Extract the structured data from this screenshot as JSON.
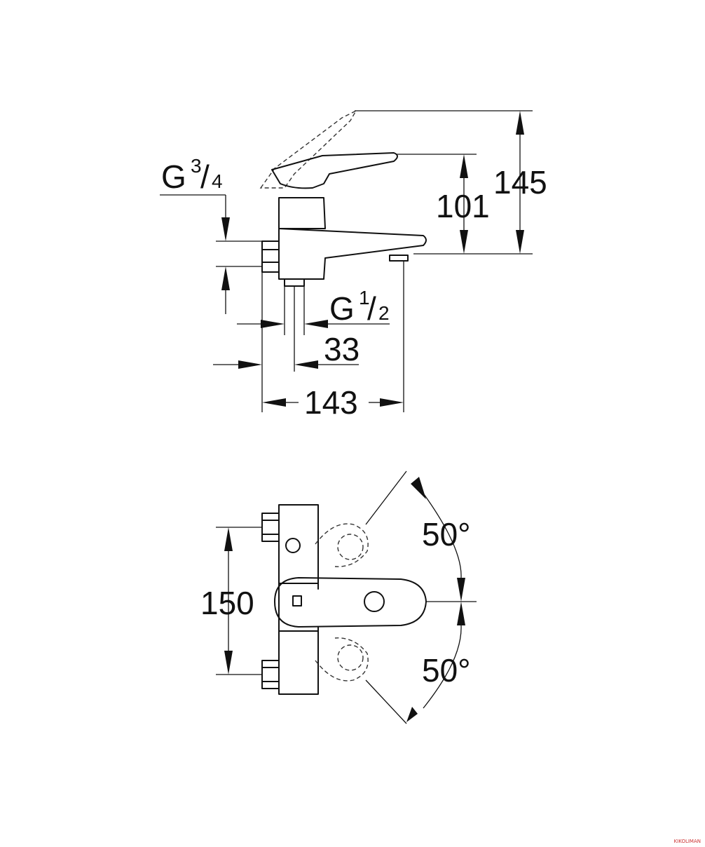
{
  "side_view": {
    "connection_label": "G",
    "connection_sup": "3",
    "connection_sub": "4",
    "outlet_label": "G",
    "outlet_sup": "1",
    "outlet_sub": "2",
    "dim_33": "33",
    "dim_143": "143",
    "dim_101": "101",
    "dim_145": "145"
  },
  "top_view": {
    "dim_150": "150",
    "angle_upper": "50°",
    "angle_lower": "50°"
  },
  "watermark": "KIKOLIMAN"
}
